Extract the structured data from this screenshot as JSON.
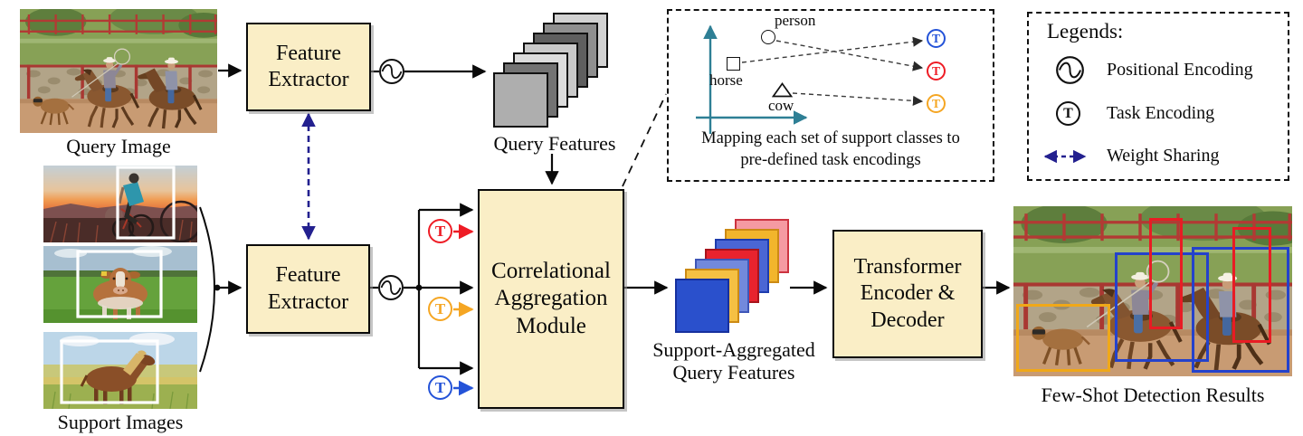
{
  "symbols": {
    "task": "T"
  },
  "flow": {
    "query_image_label": "Query Image",
    "support_images_label": "Support Images",
    "query_features_label": "Query Features",
    "support_aggregated_line1": "Support-Aggregated",
    "support_aggregated_line2": "Query Features",
    "results_label": "Few-Shot Detection Results"
  },
  "boxes": {
    "feature_extractor": {
      "line1": "Feature",
      "line2": "Extractor"
    },
    "correlational_aggregation": {
      "line1": "Correlational",
      "line2": "Aggregation",
      "line3": "Module"
    },
    "transformer": {
      "line1": "Transformer",
      "line2": "Encoder &",
      "line3": "Decoder"
    }
  },
  "mapping_box": {
    "markers": [
      {
        "shape": "circle",
        "label": "person",
        "maps_to": "red-task-encoding"
      },
      {
        "shape": "square",
        "label": "horse",
        "maps_to": "blue-task-encoding"
      },
      {
        "shape": "triangle",
        "label": "cow",
        "maps_to": "yellow-task-encoding"
      }
    ],
    "caption_line1": "Mapping each set of support classes to",
    "caption_line2": "pre-defined task encodings"
  },
  "legend": {
    "title": "Legends:",
    "items": [
      {
        "icon": "positional-encoding-icon",
        "label": "Positional Encoding"
      },
      {
        "icon": "task-encoding-icon",
        "label": "Task Encoding"
      },
      {
        "icon": "weight-sharing-icon",
        "label": "Weight Sharing"
      }
    ]
  },
  "colors": {
    "box_fill": "#faeec6",
    "task_red": "#ee1c25",
    "task_yellow": "#f5a623",
    "task_blue": "#2453d8",
    "weight_sharing_navy": "#23208f",
    "axis_teal": "#2e7f95",
    "detection_yellow": "#f0a818",
    "detection_blue": "#2442cc",
    "detection_red": "#e81c24"
  }
}
